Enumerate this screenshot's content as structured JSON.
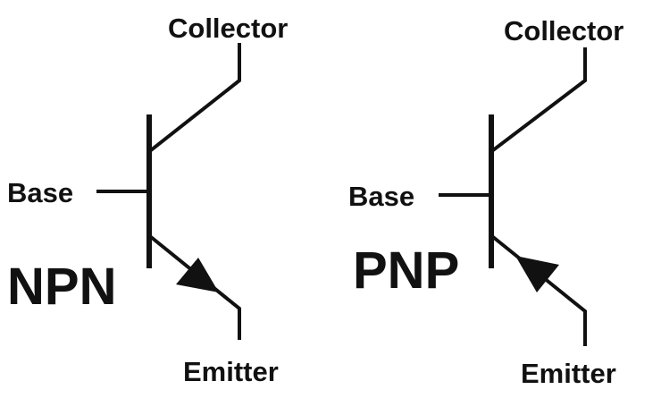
{
  "transistors": [
    {
      "type": "NPN",
      "collector": "Collector",
      "base": "Base",
      "emitter": "Emitter",
      "arrow_direction": "outward"
    },
    {
      "type": "PNP",
      "collector": "Collector",
      "base": "Base",
      "emitter": "Emitter",
      "arrow_direction": "inward"
    }
  ],
  "colors": {
    "ink": "#111111",
    "background": "#ffffff"
  }
}
